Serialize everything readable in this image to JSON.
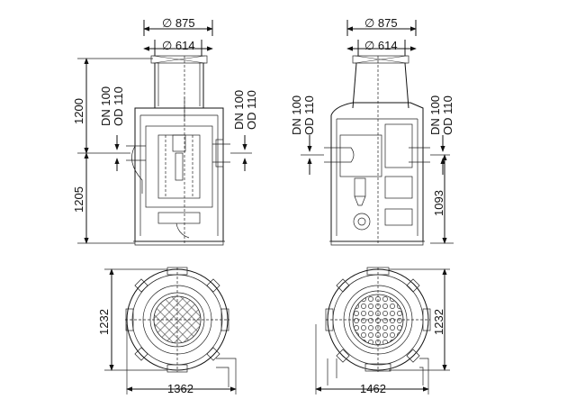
{
  "side_view_left": {
    "top_diameter_outer": "∅ 875",
    "top_diameter_inner": "∅ 614",
    "height_upper": "1200",
    "height_lower": "1205",
    "inlet_dn": "DN 100",
    "inlet_od": "OD 110",
    "outlet_dn": "DN 100",
    "outlet_od": "OD 110"
  },
  "side_view_right": {
    "top_diameter_outer": "∅ 875",
    "top_diameter_inner": "∅ 614",
    "height_lower": "1093",
    "inlet_dn": "DN 100",
    "inlet_od": "OD 110",
    "outlet_dn": "DN 100",
    "outlet_od": "OD 110"
  },
  "plan_view_left": {
    "depth": "1232",
    "width": "1362"
  },
  "plan_view_right": {
    "depth": "1232",
    "width": "1462"
  }
}
